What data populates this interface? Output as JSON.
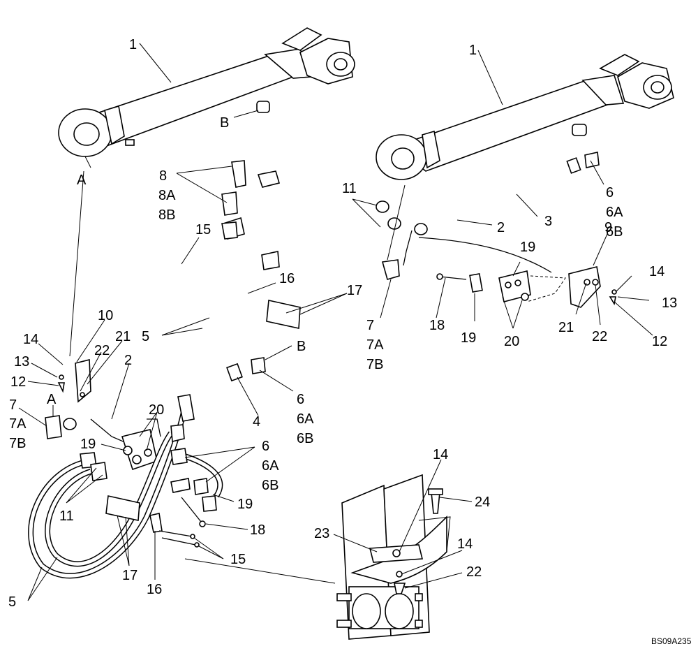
{
  "callouts": {
    "c1a": "1",
    "c1b": "1",
    "c2a": "2",
    "c2b": "2",
    "c3": "3",
    "c4": "4",
    "c5a": "5",
    "c5b": "5",
    "c6a": "6",
    "c6aA": "6A",
    "c6aB": "6B",
    "c6b": "6",
    "c6bA": "6A",
    "c6bB": "6B",
    "c6c": "6",
    "c6cA": "6A",
    "c6cB": "6B",
    "c7a": "7",
    "c7aA": "7A",
    "c7aB": "7B",
    "c7b": "7",
    "c7bA": "7A",
    "c7bB": "7B",
    "c8": "8",
    "c8A": "8A",
    "c8B": "8B",
    "c9": "9",
    "c10": "10",
    "c11a": "11",
    "c11b": "11",
    "c12a": "12",
    "c12b": "12",
    "c13a": "13",
    "c13b": "13",
    "c14a": "14",
    "c14b": "14",
    "c14c": "14",
    "c14d": "14",
    "c15a": "15",
    "c15b": "15",
    "c16a": "16",
    "c16b": "16",
    "c17a": "17",
    "c17b": "17",
    "c18a": "18",
    "c18b": "18",
    "c19a": "19",
    "c19b": "19",
    "c19c": "19",
    "c19d": "19",
    "c20a": "20",
    "c20b": "20",
    "c21a": "21",
    "c21b": "21",
    "c22a": "22",
    "c22b": "22",
    "c22c": "22",
    "c23": "23",
    "c24": "24",
    "refA1": "A",
    "refA2": "A",
    "refB1": "B",
    "refB2": "B"
  },
  "drawing_id": "BS09A235"
}
